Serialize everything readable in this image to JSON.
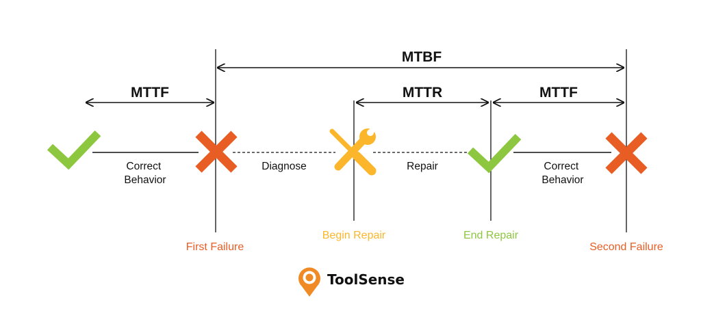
{
  "intervals": {
    "mtbf": "MTBF",
    "mttf_first": "MTTF",
    "mttr": "MTTR",
    "mttf_second": "MTTF"
  },
  "segments": {
    "correct_behavior_1": [
      "Correct",
      "Behavior"
    ],
    "diagnose": "Diagnose",
    "repair": "Repair",
    "correct_behavior_2": [
      "Correct",
      "Behavior"
    ]
  },
  "events": {
    "first_failure": "First Failure",
    "begin_repair": "Begin Repair",
    "end_repair": "End Repair",
    "second_failure": "Second Failure"
  },
  "icons": {
    "check": "check-icon",
    "cross": "cross-icon",
    "tools": "tools-icon",
    "logo": "location-pin-logo"
  },
  "brand": {
    "name": "ToolSense"
  },
  "colors": {
    "check": "#8dc63f",
    "failure": "#e85d24",
    "repair": "#fbb62b",
    "line": "#111111"
  }
}
